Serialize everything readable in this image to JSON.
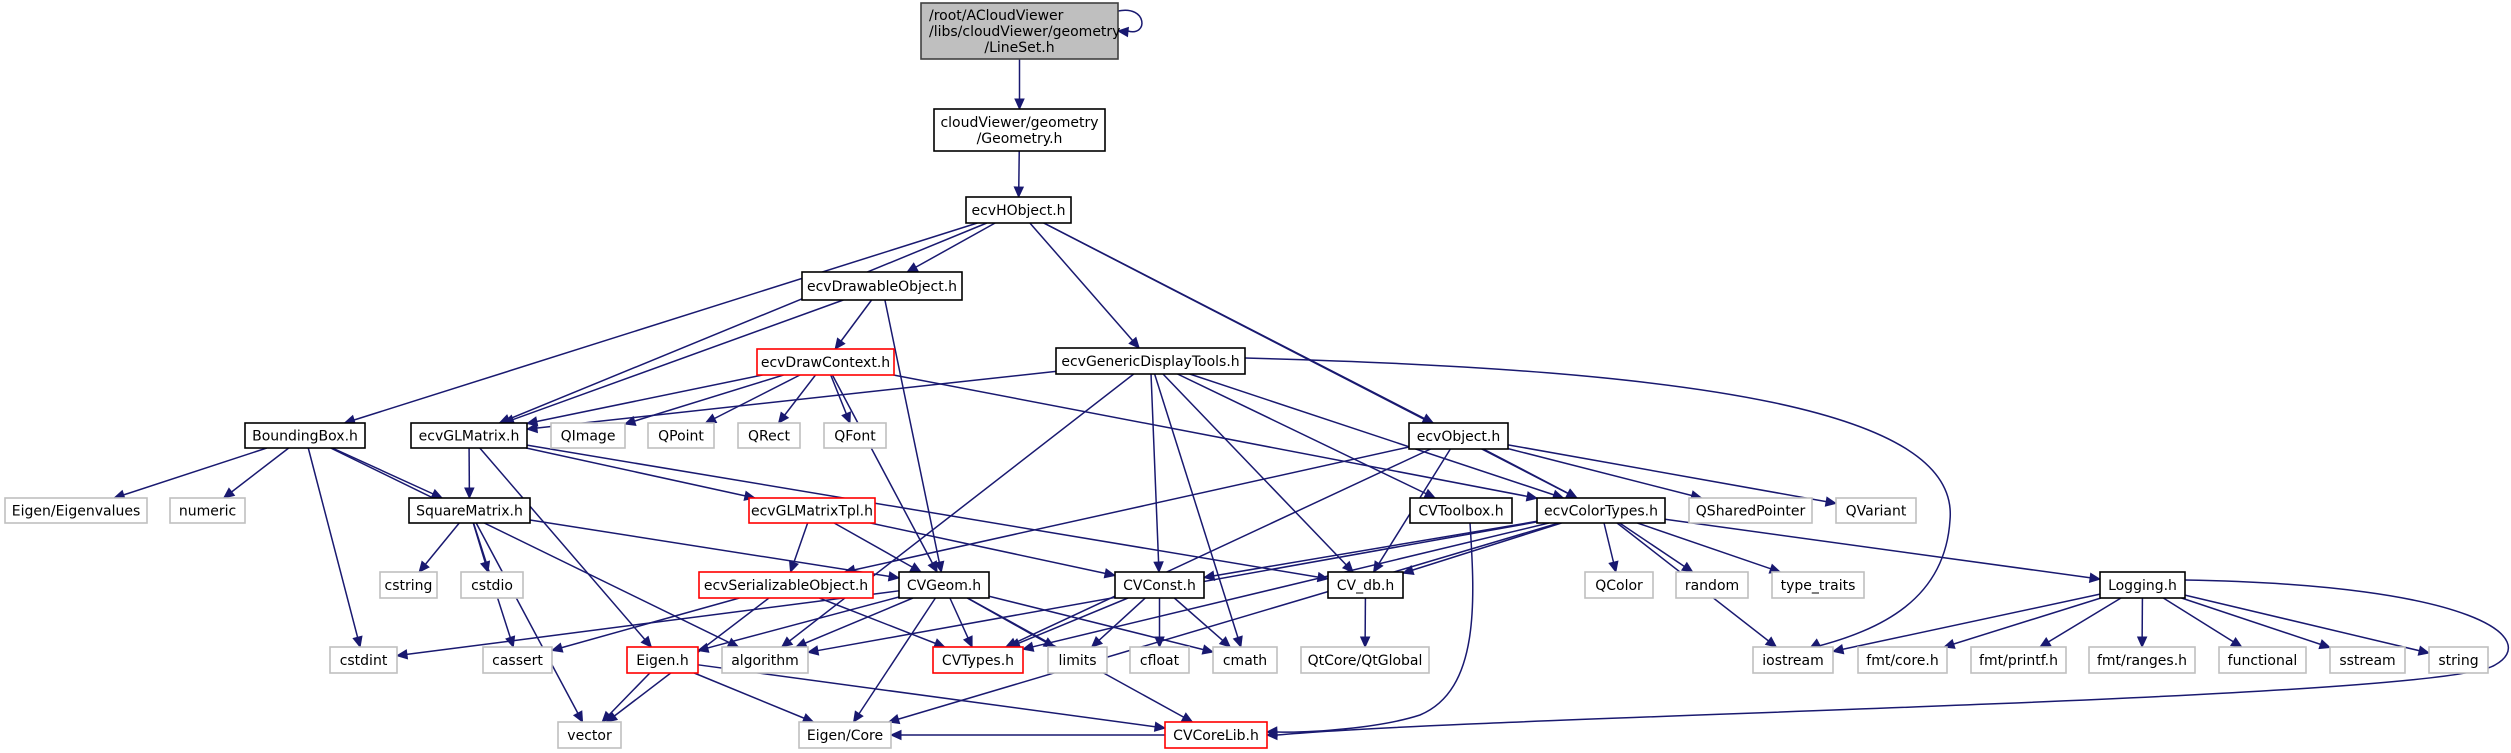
{
  "title": "Include dependency graph for LineSet.h",
  "colors": {
    "edge": "#191970",
    "main_fill": "#bfbfbf",
    "documented_border": "#000000",
    "undocumented_border": "#bfbfbf",
    "truncated_border": "#ff0000"
  },
  "nodes": [
    {
      "id": "LineSet",
      "lines": [
        "/root/ACloudViewer",
        "/libs/cloudViewer/geometry",
        "/LineSet.h"
      ],
      "kind": "main"
    },
    {
      "id": "Geometry",
      "lines": [
        "cloudViewer/geometry",
        "/Geometry.h"
      ],
      "kind": "doc"
    },
    {
      "id": "ecvHObject",
      "lines": [
        "ecvHObject.h"
      ],
      "kind": "doc"
    },
    {
      "id": "ecvDrawableObject",
      "lines": [
        "ecvDrawableObject.h"
      ],
      "kind": "doc"
    },
    {
      "id": "ecvDrawContext",
      "lines": [
        "ecvDrawContext.h"
      ],
      "kind": "trunc"
    },
    {
      "id": "ecvGenericDisplayTools",
      "lines": [
        "ecvGenericDisplayTools.h"
      ],
      "kind": "doc"
    },
    {
      "id": "BoundingBox",
      "lines": [
        "BoundingBox.h"
      ],
      "kind": "doc"
    },
    {
      "id": "ecvGLMatrix",
      "lines": [
        "ecvGLMatrix.h"
      ],
      "kind": "doc"
    },
    {
      "id": "QImage",
      "lines": [
        "QImage"
      ],
      "kind": "nodoc"
    },
    {
      "id": "QPoint",
      "lines": [
        "QPoint"
      ],
      "kind": "nodoc"
    },
    {
      "id": "QRect",
      "lines": [
        "QRect"
      ],
      "kind": "nodoc"
    },
    {
      "id": "QFont",
      "lines": [
        "QFont"
      ],
      "kind": "nodoc"
    },
    {
      "id": "ecvObject",
      "lines": [
        "ecvObject.h"
      ],
      "kind": "doc"
    },
    {
      "id": "EigenEigenvalues",
      "lines": [
        "Eigen/Eigenvalues"
      ],
      "kind": "nodoc"
    },
    {
      "id": "numeric",
      "lines": [
        "numeric"
      ],
      "kind": "nodoc"
    },
    {
      "id": "SquareMatrix",
      "lines": [
        "SquareMatrix.h"
      ],
      "kind": "doc"
    },
    {
      "id": "ecvGLMatrixTpl",
      "lines": [
        "ecvGLMatrixTpl.h"
      ],
      "kind": "trunc"
    },
    {
      "id": "CVToolbox",
      "lines": [
        "CVToolbox.h"
      ],
      "kind": "doc"
    },
    {
      "id": "ecvColorTypes",
      "lines": [
        "ecvColorTypes.h"
      ],
      "kind": "doc"
    },
    {
      "id": "QSharedPointer",
      "lines": [
        "QSharedPointer"
      ],
      "kind": "nodoc"
    },
    {
      "id": "QVariant",
      "lines": [
        "QVariant"
      ],
      "kind": "nodoc"
    },
    {
      "id": "cstring",
      "lines": [
        "cstring"
      ],
      "kind": "nodoc"
    },
    {
      "id": "cstdio",
      "lines": [
        "cstdio"
      ],
      "kind": "nodoc"
    },
    {
      "id": "ecvSerializableObject",
      "lines": [
        "ecvSerializableObject.h"
      ],
      "kind": "trunc"
    },
    {
      "id": "CVGeom",
      "lines": [
        "CVGeom.h"
      ],
      "kind": "doc"
    },
    {
      "id": "CVConst",
      "lines": [
        "CVConst.h"
      ],
      "kind": "doc"
    },
    {
      "id": "CV_db",
      "lines": [
        "CV_db.h"
      ],
      "kind": "doc"
    },
    {
      "id": "QColor",
      "lines": [
        "QColor"
      ],
      "kind": "nodoc"
    },
    {
      "id": "random",
      "lines": [
        "random"
      ],
      "kind": "nodoc"
    },
    {
      "id": "type_traits",
      "lines": [
        "type_traits"
      ],
      "kind": "nodoc"
    },
    {
      "id": "Logging",
      "lines": [
        "Logging.h"
      ],
      "kind": "doc"
    },
    {
      "id": "cstdint",
      "lines": [
        "cstdint"
      ],
      "kind": "nodoc"
    },
    {
      "id": "cassert",
      "lines": [
        "cassert"
      ],
      "kind": "nodoc"
    },
    {
      "id": "EigenH",
      "lines": [
        "Eigen.h"
      ],
      "kind": "trunc"
    },
    {
      "id": "algorithm",
      "lines": [
        "algorithm"
      ],
      "kind": "nodoc"
    },
    {
      "id": "CVTypes",
      "lines": [
        "CVTypes.h"
      ],
      "kind": "trunc"
    },
    {
      "id": "limits",
      "lines": [
        "limits"
      ],
      "kind": "nodoc"
    },
    {
      "id": "cfloat",
      "lines": [
        "cfloat"
      ],
      "kind": "nodoc"
    },
    {
      "id": "cmath",
      "lines": [
        "cmath"
      ],
      "kind": "nodoc"
    },
    {
      "id": "QtGlobal",
      "lines": [
        "QtCore/QtGlobal"
      ],
      "kind": "nodoc"
    },
    {
      "id": "iostream",
      "lines": [
        "iostream"
      ],
      "kind": "nodoc"
    },
    {
      "id": "fmtcore",
      "lines": [
        "fmt/core.h"
      ],
      "kind": "nodoc"
    },
    {
      "id": "fmtprintf",
      "lines": [
        "fmt/printf.h"
      ],
      "kind": "nodoc"
    },
    {
      "id": "fmtranges",
      "lines": [
        "fmt/ranges.h"
      ],
      "kind": "nodoc"
    },
    {
      "id": "functional",
      "lines": [
        "functional"
      ],
      "kind": "nodoc"
    },
    {
      "id": "sstream",
      "lines": [
        "sstream"
      ],
      "kind": "nodoc"
    },
    {
      "id": "string",
      "lines": [
        "string"
      ],
      "kind": "nodoc"
    },
    {
      "id": "vector",
      "lines": [
        "vector"
      ],
      "kind": "nodoc"
    },
    {
      "id": "EigenCore",
      "lines": [
        "Eigen/Core"
      ],
      "kind": "nodoc"
    },
    {
      "id": "CVCoreLib",
      "lines": [
        "CVCoreLib.h"
      ],
      "kind": "trunc"
    }
  ],
  "edges": [
    [
      "LineSet",
      "LineSet"
    ],
    [
      "LineSet",
      "Geometry"
    ],
    [
      "Geometry",
      "ecvHObject"
    ],
    [
      "ecvHObject",
      "BoundingBox"
    ],
    [
      "ecvHObject",
      "ecvGLMatrix"
    ],
    [
      "ecvHObject",
      "ecvDrawableObject"
    ],
    [
      "ecvHObject",
      "ecvGenericDisplayTools"
    ],
    [
      "ecvHObject",
      "ecvObject"
    ],
    [
      "ecvHObject",
      "ecvColorTypes"
    ],
    [
      "ecvDrawableObject",
      "ecvDrawContext"
    ],
    [
      "ecvDrawableObject",
      "ecvGLMatrix"
    ],
    [
      "ecvDrawableObject",
      "CVGeom"
    ],
    [
      "ecvDrawContext",
      "ecvGLMatrix"
    ],
    [
      "ecvDrawContext",
      "QImage"
    ],
    [
      "ecvDrawContext",
      "QPoint"
    ],
    [
      "ecvDrawContext",
      "QRect"
    ],
    [
      "ecvDrawContext",
      "QFont"
    ],
    [
      "ecvDrawContext",
      "CVGeom"
    ],
    [
      "ecvDrawContext",
      "ecvColorTypes"
    ],
    [
      "ecvGenericDisplayTools",
      "ecvGLMatrix"
    ],
    [
      "ecvGenericDisplayTools",
      "algorithm"
    ],
    [
      "ecvGenericDisplayTools",
      "CVConst"
    ],
    [
      "ecvGenericDisplayTools",
      "cmath"
    ],
    [
      "ecvGenericDisplayTools",
      "CV_db"
    ],
    [
      "ecvGenericDisplayTools",
      "CVToolbox"
    ],
    [
      "ecvGenericDisplayTools",
      "ecvColorTypes"
    ],
    [
      "ecvGenericDisplayTools",
      "iostream"
    ],
    [
      "BoundingBox",
      "EigenEigenvalues"
    ],
    [
      "BoundingBox",
      "numeric"
    ],
    [
      "BoundingBox",
      "SquareMatrix"
    ],
    [
      "BoundingBox",
      "cstdint"
    ],
    [
      "BoundingBox",
      "algorithm"
    ],
    [
      "ecvGLMatrix",
      "SquareMatrix"
    ],
    [
      "ecvGLMatrix",
      "ecvGLMatrixTpl"
    ],
    [
      "ecvGLMatrix",
      "CV_db"
    ],
    [
      "ecvGLMatrix",
      "EigenH"
    ],
    [
      "ecvObject",
      "ecvSerializableObject"
    ],
    [
      "ecvObject",
      "CVTypes"
    ],
    [
      "ecvObject",
      "CV_db"
    ],
    [
      "ecvObject",
      "ecvColorTypes"
    ],
    [
      "ecvObject",
      "QSharedPointer"
    ],
    [
      "ecvObject",
      "QVariant"
    ],
    [
      "SquareMatrix",
      "cstring"
    ],
    [
      "SquareMatrix",
      "cstdio"
    ],
    [
      "SquareMatrix",
      "cassert"
    ],
    [
      "SquareMatrix",
      "vector"
    ],
    [
      "SquareMatrix",
      "CVGeom"
    ],
    [
      "ecvGLMatrixTpl",
      "ecvSerializableObject"
    ],
    [
      "ecvGLMatrixTpl",
      "CVGeom"
    ],
    [
      "ecvGLMatrixTpl",
      "CVConst"
    ],
    [
      "CVToolbox",
      "CVCoreLib"
    ],
    [
      "ecvColorTypes",
      "CVConst"
    ],
    [
      "ecvColorTypes",
      "CV_db"
    ],
    [
      "ecvColorTypes",
      "QColor"
    ],
    [
      "ecvColorTypes",
      "random"
    ],
    [
      "ecvColorTypes",
      "type_traits"
    ],
    [
      "ecvColorTypes",
      "iostream"
    ],
    [
      "ecvColorTypes",
      "Logging"
    ],
    [
      "ecvColorTypes",
      "algorithm"
    ],
    [
      "ecvColorTypes",
      "EigenCore"
    ],
    [
      "ecvColorTypes",
      "CVTypes"
    ],
    [
      "ecvSerializableObject",
      "CVTypes"
    ],
    [
      "ecvSerializableObject",
      "cassert"
    ],
    [
      "ecvSerializableObject",
      "vector"
    ],
    [
      "CVGeom",
      "EigenH"
    ],
    [
      "CVGeom",
      "algorithm"
    ],
    [
      "CVGeom",
      "CVTypes"
    ],
    [
      "CVGeom",
      "limits"
    ],
    [
      "CVGeom",
      "cmath"
    ],
    [
      "CVGeom",
      "cstdint"
    ],
    [
      "CVGeom",
      "EigenCore"
    ],
    [
      "CVGeom",
      "CVCoreLib"
    ],
    [
      "CVConst",
      "CVTypes"
    ],
    [
      "CVConst",
      "limits"
    ],
    [
      "CVConst",
      "cfloat"
    ],
    [
      "CVConst",
      "cmath"
    ],
    [
      "CV_db",
      "QtGlobal"
    ],
    [
      "Logging",
      "iostream"
    ],
    [
      "Logging",
      "fmtcore"
    ],
    [
      "Logging",
      "fmtprintf"
    ],
    [
      "Logging",
      "fmtranges"
    ],
    [
      "Logging",
      "functional"
    ],
    [
      "Logging",
      "sstream"
    ],
    [
      "Logging",
      "string"
    ],
    [
      "Logging",
      "CVCoreLib"
    ],
    [
      "EigenH",
      "vector"
    ],
    [
      "EigenH",
      "EigenCore"
    ],
    [
      "EigenH",
      "CVCoreLib"
    ],
    [
      "CVCoreLib",
      "EigenCore"
    ]
  ]
}
